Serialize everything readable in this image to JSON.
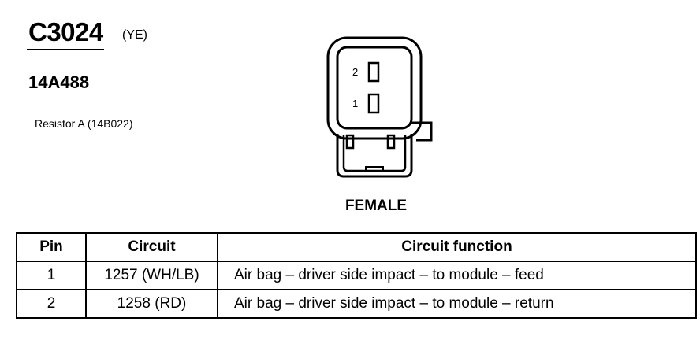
{
  "header": {
    "connector_id": "C3024",
    "color_code": "(YE)",
    "part_number": "14A488",
    "description": "Resistor A (14B022)"
  },
  "diagram": {
    "pins": [
      {
        "number": "2"
      },
      {
        "number": "1"
      }
    ],
    "gender_label": "FEMALE"
  },
  "table": {
    "headers": {
      "pin": "Pin",
      "circuit": "Circuit",
      "function": "Circuit function"
    },
    "rows": [
      {
        "pin": "1",
        "circuit": "1257 (WH/LB)",
        "function": "Air bag – driver side impact – to module – feed"
      },
      {
        "pin": "2",
        "circuit": "1258 (RD)",
        "function": "Air bag – driver side impact – to module – return"
      }
    ]
  }
}
